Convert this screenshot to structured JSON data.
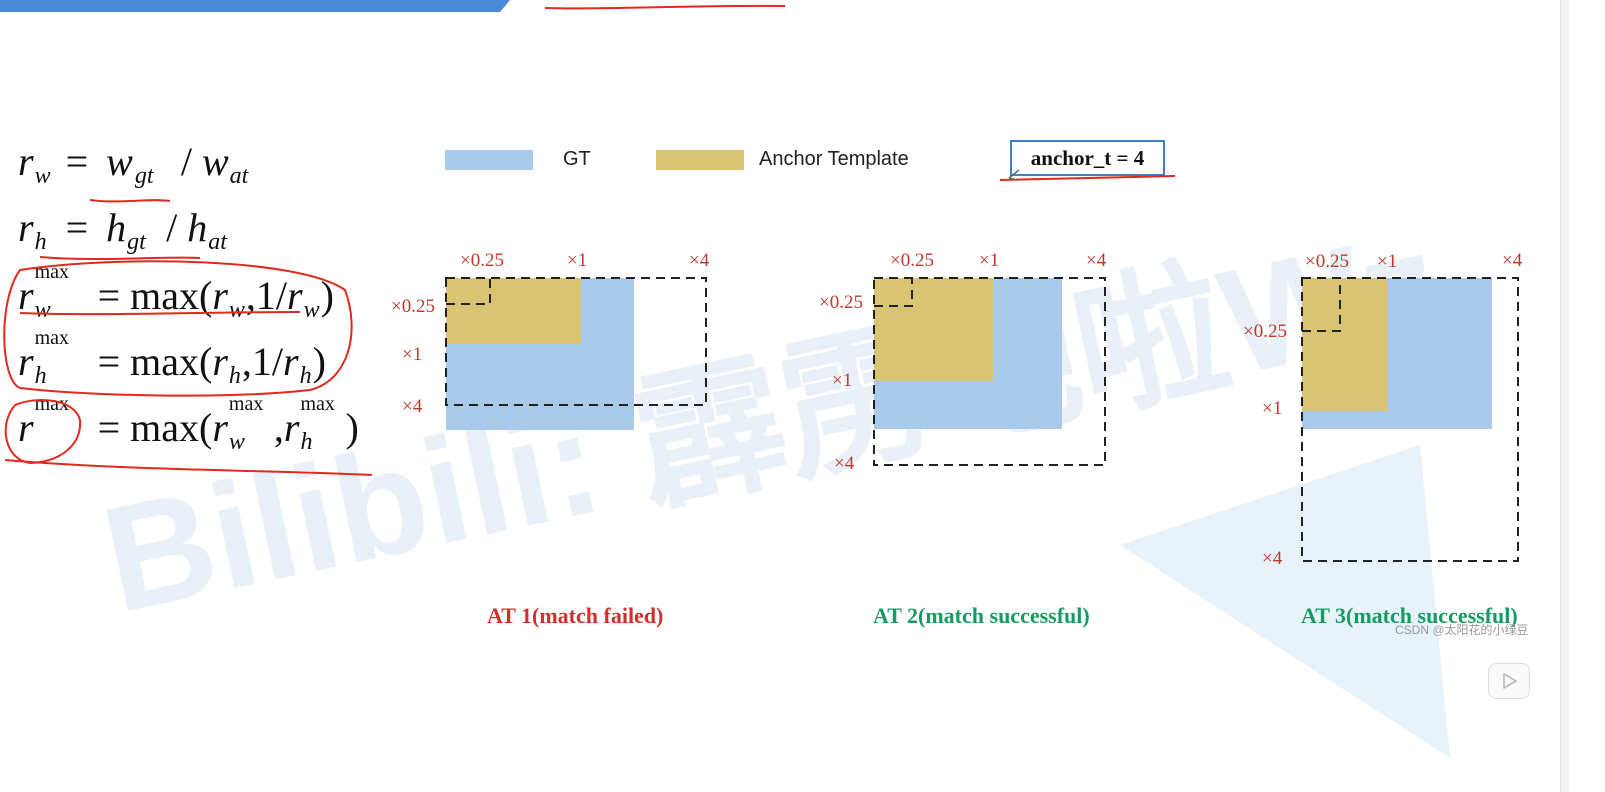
{
  "formulas": {
    "r": "r",
    "w": "w",
    "h": "h",
    "gt": "gt",
    "at": "at",
    "max_sup": "max",
    "max_fn": "max",
    "eq": "=",
    "slash": "/",
    "one": "1",
    "comma": ","
  },
  "legend": {
    "gt_label": "GT",
    "anchor_label": "Anchor Template",
    "anchor_t": "anchor_t = 4",
    "gt_color": "#a9c9ea",
    "anchor_color": "#d8c472"
  },
  "ticks": {
    "q": "×0.25",
    "one": "×1",
    "four": "×4"
  },
  "captions": {
    "at1": "AT 1(match failed)",
    "at2": "AT 2(match successful)",
    "at3": "AT 3(match successful)"
  },
  "watermark": "CSDN @太阳花的小绿豆",
  "bg_watermark": "Bilibili: 霹雳吧啦Wz",
  "icons": {
    "play": "play-icon",
    "cursor": "pen-cursor-icon"
  }
}
